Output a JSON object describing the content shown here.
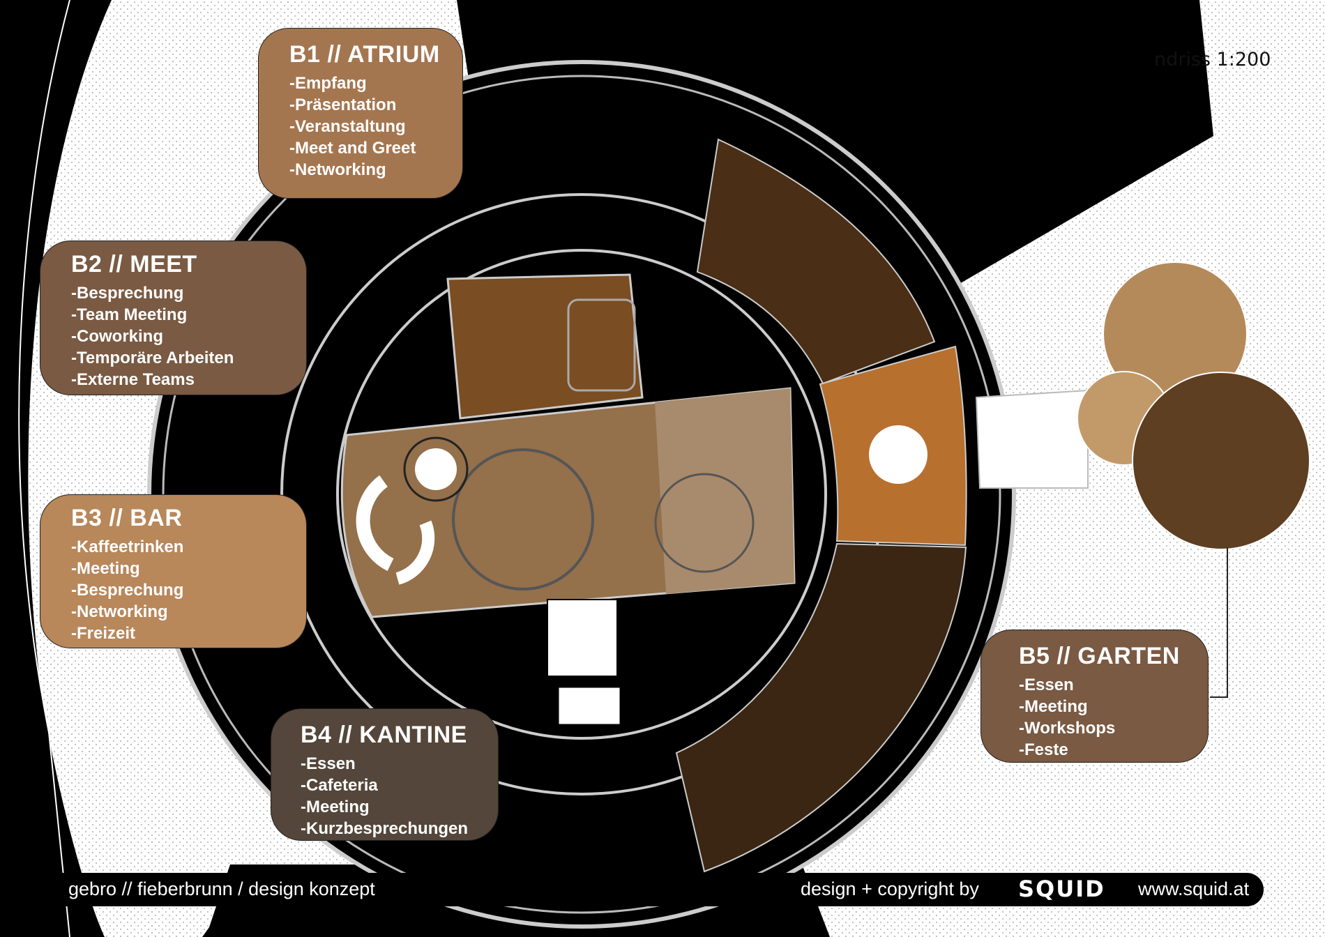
{
  "scale_note": "ndriss 1:200",
  "colors": {
    "atrium": "#a47650",
    "meet": "#7a5a43",
    "bar": "#b8875a",
    "kantine": "#54463a",
    "garten": "#7a5a43",
    "room_dark": "#7a4d22",
    "room_mid": "#94704b",
    "room_light": "#a88b6c",
    "room_orange": "#b8702e"
  },
  "zones": [
    {
      "title": "B1 // ATRIUM",
      "items": [
        "-Empfang",
        "-Präsentation",
        "-Veranstaltung",
        "-Meet and Greet",
        "-Networking"
      ]
    },
    {
      "title": "B2 // MEET",
      "items": [
        "-Besprechung",
        "-Team Meeting",
        "-Coworking",
        "-Temporäre Arbeiten",
        "-Externe Teams"
      ]
    },
    {
      "title": "B3 // BAR",
      "items": [
        "-Kaffeetrinken",
        "-Meeting",
        "-Besprechung",
        "-Networking",
        "-Freizeit"
      ]
    },
    {
      "title": "B4 // KANTINE",
      "items": [
        "-Essen",
        "-Cafeteria",
        "-Meeting",
        "-Kurzbesprechungen"
      ]
    },
    {
      "title": "B5 // GARTEN",
      "items": [
        "-Essen",
        "-Meeting",
        "-Workshops",
        "-Feste"
      ]
    }
  ],
  "footer": {
    "project": "gebro // fieberbrunn / design konzept",
    "credit": "design + copyright  by",
    "logo": "SQUID",
    "url": "www.squid.at"
  }
}
